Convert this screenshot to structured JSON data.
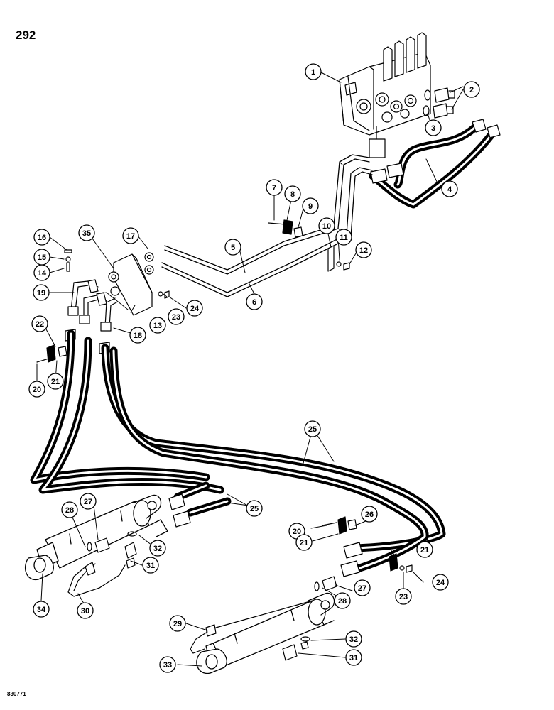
{
  "page_number": "292",
  "figure_code": "830771",
  "callouts": [
    {
      "id": "c1",
      "label": "1"
    },
    {
      "id": "c2",
      "label": "2"
    },
    {
      "id": "c3",
      "label": "3"
    },
    {
      "id": "c4",
      "label": "4"
    },
    {
      "id": "c5",
      "label": "5"
    },
    {
      "id": "c6",
      "label": "6"
    },
    {
      "id": "c7",
      "label": "7"
    },
    {
      "id": "c8",
      "label": "8"
    },
    {
      "id": "c9",
      "label": "9"
    },
    {
      "id": "c10",
      "label": "10"
    },
    {
      "id": "c11",
      "label": "11"
    },
    {
      "id": "c12",
      "label": "12"
    },
    {
      "id": "c13",
      "label": "13"
    },
    {
      "id": "c14",
      "label": "14"
    },
    {
      "id": "c15",
      "label": "15"
    },
    {
      "id": "c16",
      "label": "16"
    },
    {
      "id": "c17",
      "label": "17"
    },
    {
      "id": "c18",
      "label": "18"
    },
    {
      "id": "c19",
      "label": "19"
    },
    {
      "id": "c20a",
      "label": "20"
    },
    {
      "id": "c21a",
      "label": "21"
    },
    {
      "id": "c22",
      "label": "22"
    },
    {
      "id": "c23a",
      "label": "23"
    },
    {
      "id": "c24a",
      "label": "24"
    },
    {
      "id": "c25a",
      "label": "25"
    },
    {
      "id": "c25b",
      "label": "25"
    },
    {
      "id": "c26",
      "label": "26"
    },
    {
      "id": "c27a",
      "label": "27"
    },
    {
      "id": "c28a",
      "label": "28"
    },
    {
      "id": "c29",
      "label": "29"
    },
    {
      "id": "c30",
      "label": "30"
    },
    {
      "id": "c31a",
      "label": "31"
    },
    {
      "id": "c32a",
      "label": "32"
    },
    {
      "id": "c33",
      "label": "33"
    },
    {
      "id": "c34",
      "label": "34"
    },
    {
      "id": "c35",
      "label": "35"
    },
    {
      "id": "c20b",
      "label": "20"
    },
    {
      "id": "c21b",
      "label": "21"
    },
    {
      "id": "c21c",
      "label": "21"
    },
    {
      "id": "c23b",
      "label": "23"
    },
    {
      "id": "c24b",
      "label": "24"
    },
    {
      "id": "c27b",
      "label": "27"
    },
    {
      "id": "c28b",
      "label": "28"
    },
    {
      "id": "c31b",
      "label": "31"
    },
    {
      "id": "c32b",
      "label": "32"
    }
  ]
}
